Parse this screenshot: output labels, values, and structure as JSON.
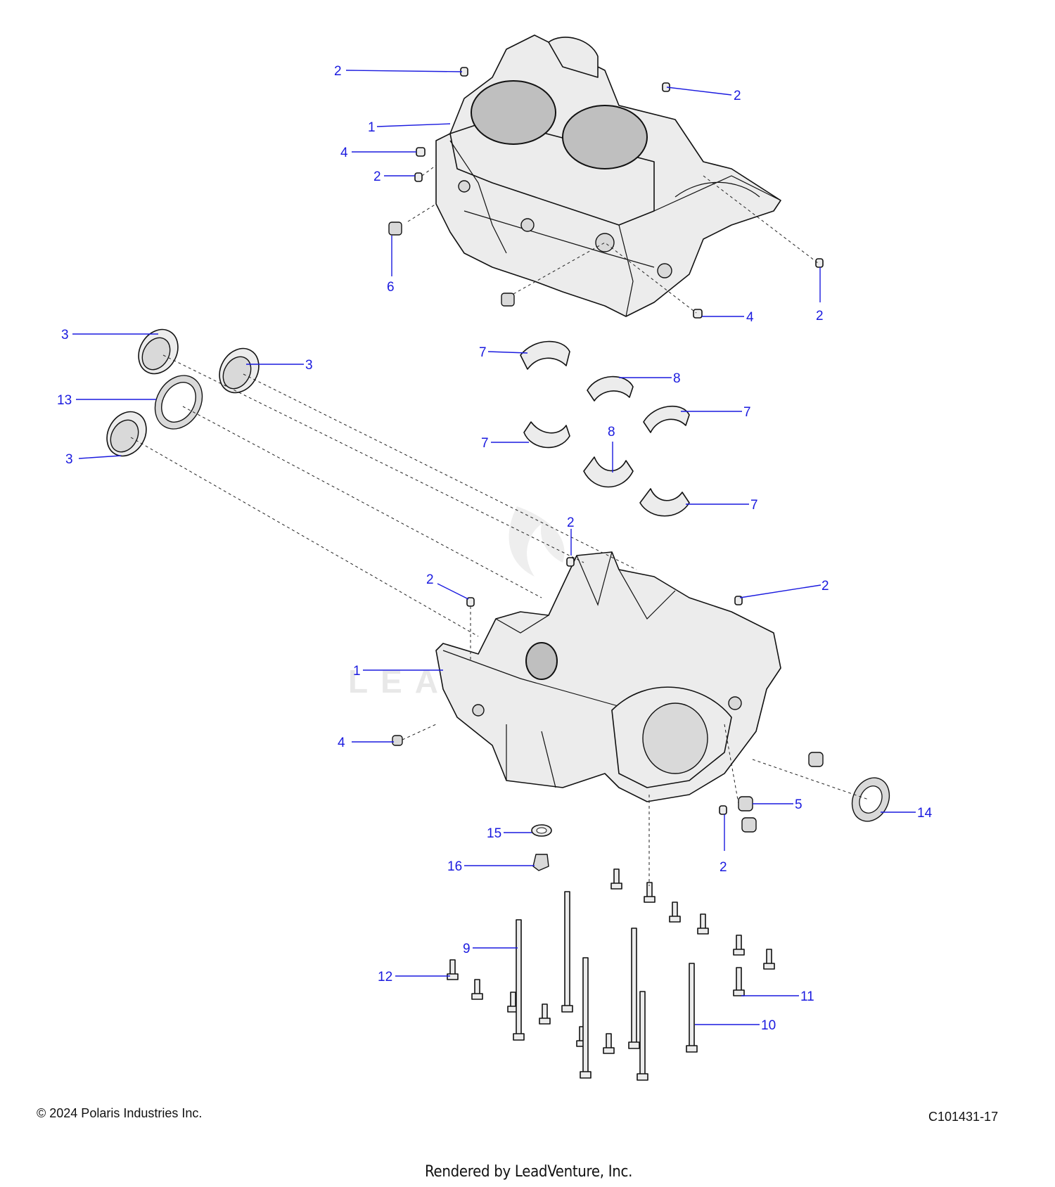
{
  "diagram": {
    "callouts": [
      {
        "label": "2"
      },
      {
        "label": "2"
      },
      {
        "label": "1"
      },
      {
        "label": "4"
      },
      {
        "label": "2"
      },
      {
        "label": "6"
      },
      {
        "label": "2"
      },
      {
        "label": "4"
      },
      {
        "label": "3"
      },
      {
        "label": "3"
      },
      {
        "label": "13"
      },
      {
        "label": "3"
      },
      {
        "label": "7"
      },
      {
        "label": "8"
      },
      {
        "label": "7"
      },
      {
        "label": "7"
      },
      {
        "label": "8"
      },
      {
        "label": "7"
      },
      {
        "label": "2"
      },
      {
        "label": "2"
      },
      {
        "label": "2"
      },
      {
        "label": "1"
      },
      {
        "label": "4"
      },
      {
        "label": "5"
      },
      {
        "label": "14"
      },
      {
        "label": "2"
      },
      {
        "label": "15"
      },
      {
        "label": "16"
      },
      {
        "label": "9"
      },
      {
        "label": "12"
      },
      {
        "label": "11"
      },
      {
        "label": "10"
      }
    ],
    "callout_color": "#1a1adf",
    "watermark": "LEADVENTURE"
  },
  "footer": {
    "copyright": "© 2024 Polaris Industries Inc.",
    "diagram_code": "C101431-17",
    "rendered_by": "Rendered by LeadVenture, Inc."
  }
}
